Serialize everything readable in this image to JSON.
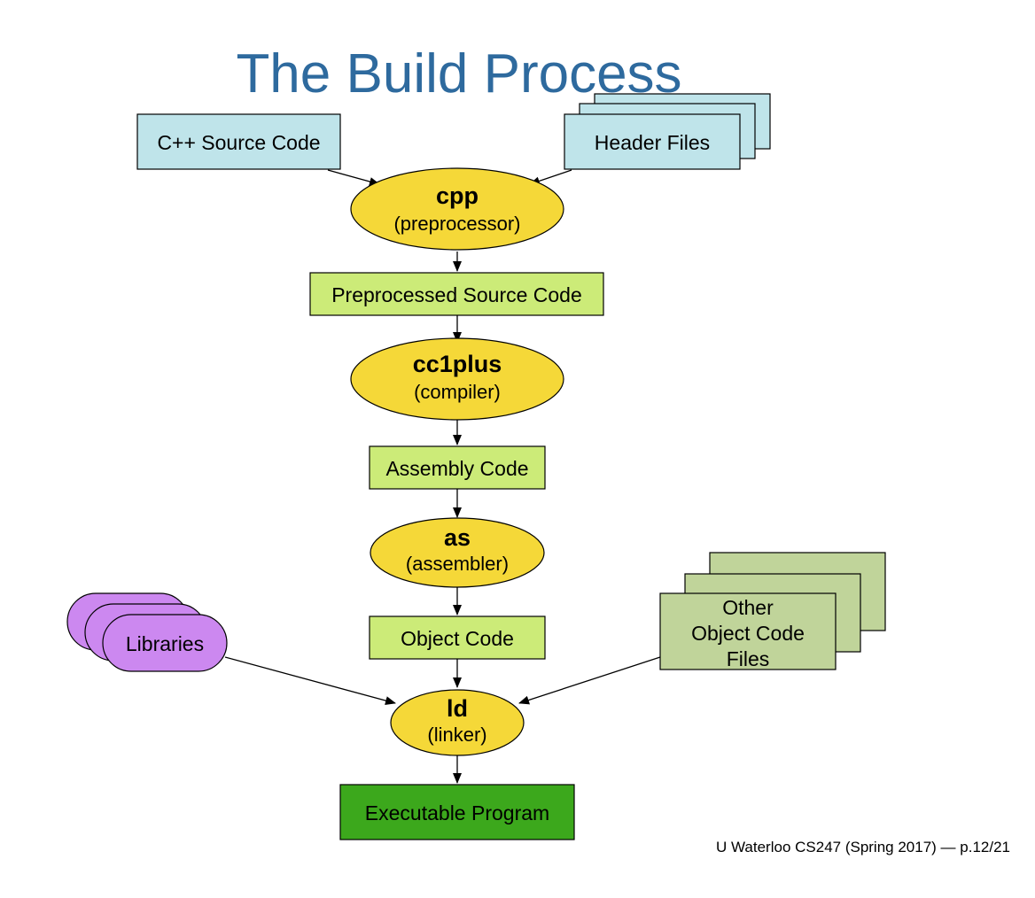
{
  "slide": {
    "title": "The Build Process",
    "footer": "U Waterloo CS247 (Spring 2017) — p.12/21"
  },
  "nodes": {
    "cpp_source": {
      "label": "C++ Source Code"
    },
    "header_files": {
      "label": "Header Files"
    },
    "cpp": {
      "name": "cpp",
      "role": "(preprocessor)"
    },
    "preprocessed": {
      "label": "Preprocessed Source Code"
    },
    "cc1plus": {
      "name": "cc1plus",
      "role": "(compiler)"
    },
    "assembly": {
      "label": "Assembly Code"
    },
    "as": {
      "name": "as",
      "role": "(assembler)"
    },
    "object_code": {
      "label": "Object Code"
    },
    "libraries": {
      "label": "Libraries"
    },
    "other_objects": {
      "line1": "Other",
      "line2": "Object Code",
      "line3": "Files"
    },
    "ld": {
      "name": "ld",
      "role": "(linker)"
    },
    "executable": {
      "label": "Executable Program"
    }
  },
  "colors": {
    "title": "#2E6A9E",
    "input_box": "#BFE4EA",
    "tool_ellipse": "#F5D838",
    "intermediate_box": "#CCEB78",
    "library": "#CC88F0",
    "other_objects": "#C0D49A",
    "executable": "#3CA81C"
  }
}
